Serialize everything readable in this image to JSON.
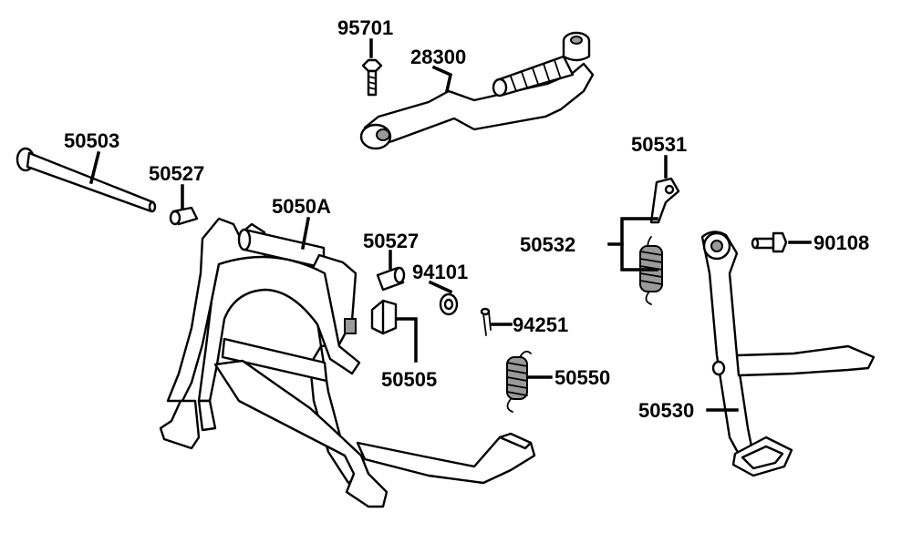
{
  "labels": {
    "p95701": "95701",
    "p28300": "28300",
    "p50503": "50503",
    "p50527a": "50527",
    "p5050A": "5050A",
    "p50527b": "50527",
    "p94101": "94101",
    "p94251": "94251",
    "p50505": "50505",
    "p50550": "50550",
    "p50531": "50531",
    "p50532": "50532",
    "p90108": "90108",
    "p50530": "50530"
  }
}
